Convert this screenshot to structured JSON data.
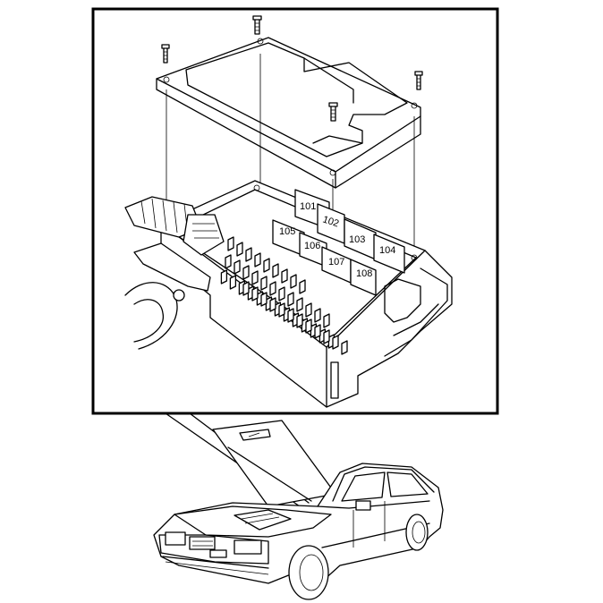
{
  "fuse_labels": [
    "101",
    "102",
    "103",
    "104",
    "105",
    "106",
    "107",
    "108"
  ]
}
